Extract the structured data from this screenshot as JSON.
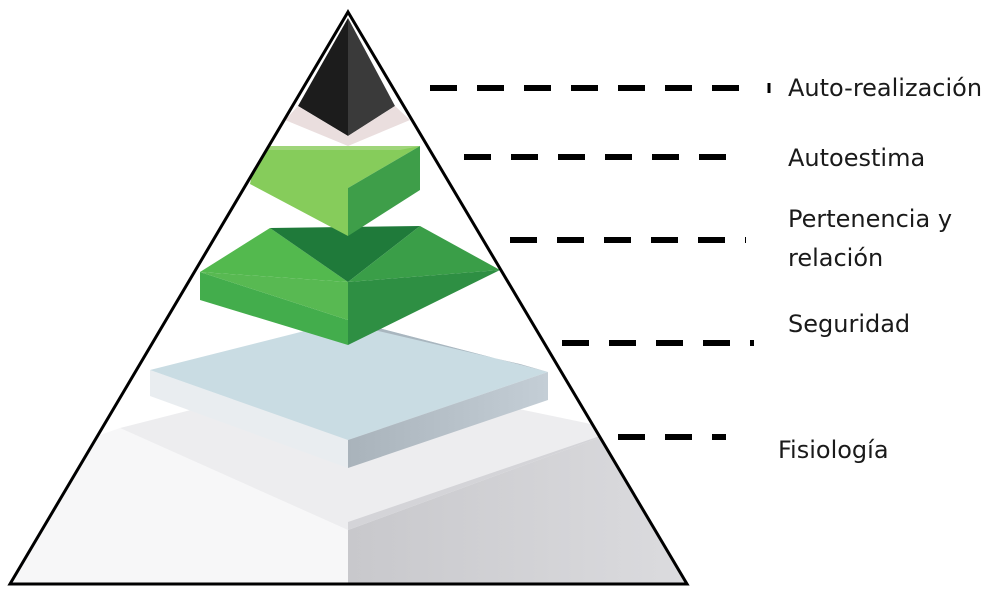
{
  "pyramid": {
    "levels": [
      {
        "id": "auto-realizacion",
        "lines": [
          "Auto-realización"
        ]
      },
      {
        "id": "autoestima",
        "lines": [
          "Autoestima"
        ]
      },
      {
        "id": "pertenencia",
        "lines": [
          "Pertenencia y",
          "relación"
        ]
      },
      {
        "id": "seguridad",
        "lines": [
          "Seguridad"
        ]
      },
      {
        "id": "fisiologia",
        "lines": [
          "Fisiología"
        ]
      }
    ],
    "colors": {
      "outline": "#000000",
      "auto_realizacion": "#2b2b2b",
      "autoestima": "#79c653",
      "pertenencia": "#35a34a",
      "seguridad": "#c7d9e0",
      "fisiologia": "#e6e6e8"
    }
  }
}
